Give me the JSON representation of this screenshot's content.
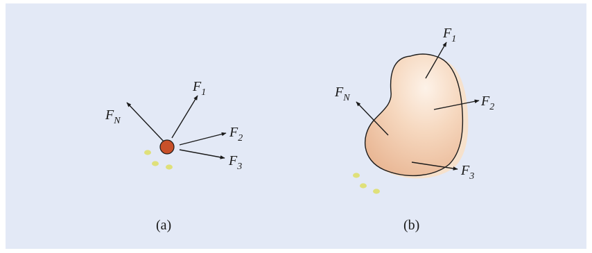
{
  "panel_a": {
    "caption": "(a)",
    "forces": [
      {
        "symbol": "F",
        "subscript": "N"
      },
      {
        "symbol": "F",
        "subscript": "1"
      },
      {
        "symbol": "F",
        "subscript": "2"
      },
      {
        "symbol": "F",
        "subscript": "3"
      }
    ]
  },
  "panel_b": {
    "caption": "(b)",
    "forces": [
      {
        "symbol": "F",
        "subscript": "1"
      },
      {
        "symbol": "F",
        "subscript": "N"
      },
      {
        "symbol": "F",
        "subscript": "2"
      },
      {
        "symbol": "F",
        "subscript": "3"
      }
    ]
  },
  "colors": {
    "background": "#e3e9f6",
    "particle": "#c8502a",
    "body_fill": "#f2c9a8",
    "body_shadow": "#f6e1cc",
    "motion_dots": "#dfe07a",
    "arrow": "#1a1a1a"
  }
}
